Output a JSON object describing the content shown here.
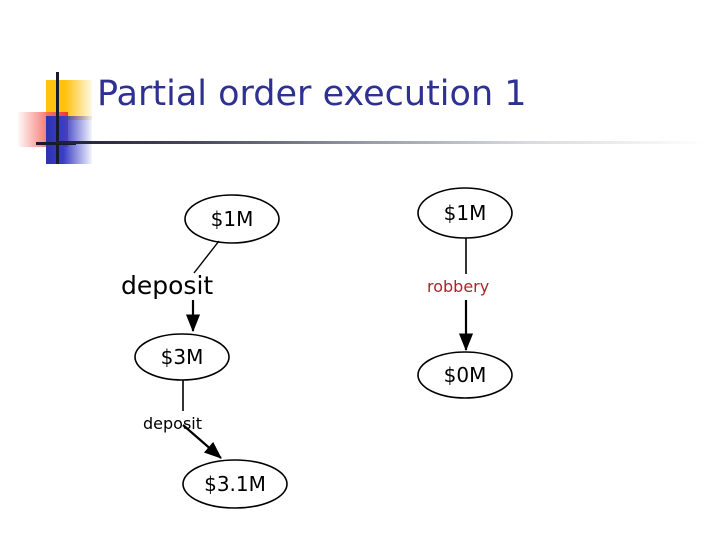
{
  "slide": {
    "title": "Partial order execution 1",
    "title_color": "#2E3192",
    "background": "#ffffff"
  },
  "decoration": {
    "name": "title-corner-blocks",
    "yellow": "#FFC20E",
    "red": "#F0352E",
    "blue": "#2E32B0",
    "rule_color": "#1F1F33"
  },
  "diagram": {
    "type": "partial-order-execution-graph",
    "branches": [
      {
        "name": "deposit-branch",
        "nodes": [
          {
            "id": "left-top",
            "label": "$1M",
            "font_size": 20
          },
          {
            "id": "left-mid",
            "label": "$3M",
            "font_size": 20
          },
          {
            "id": "left-bottom",
            "label": "$3.1M",
            "font_size": 20
          }
        ],
        "edges": [
          {
            "id": "left-edge-1",
            "label": "deposit",
            "color": "#000000",
            "font_size": 25,
            "from": "left-top",
            "to": "left-mid"
          },
          {
            "id": "left-edge-2",
            "label": "deposit",
            "color": "#000000",
            "font_size": 16,
            "from": "left-mid",
            "to": "left-bottom"
          }
        ]
      },
      {
        "name": "robbery-branch",
        "nodes": [
          {
            "id": "right-top",
            "label": "$1M",
            "font_size": 20
          },
          {
            "id": "right-bottom",
            "label": "$0M",
            "font_size": 20
          }
        ],
        "edges": [
          {
            "id": "right-edge-1",
            "label": "robbery",
            "color": "#A8252A",
            "font_size": 16,
            "from": "right-top",
            "to": "right-bottom"
          }
        ]
      }
    ]
  }
}
